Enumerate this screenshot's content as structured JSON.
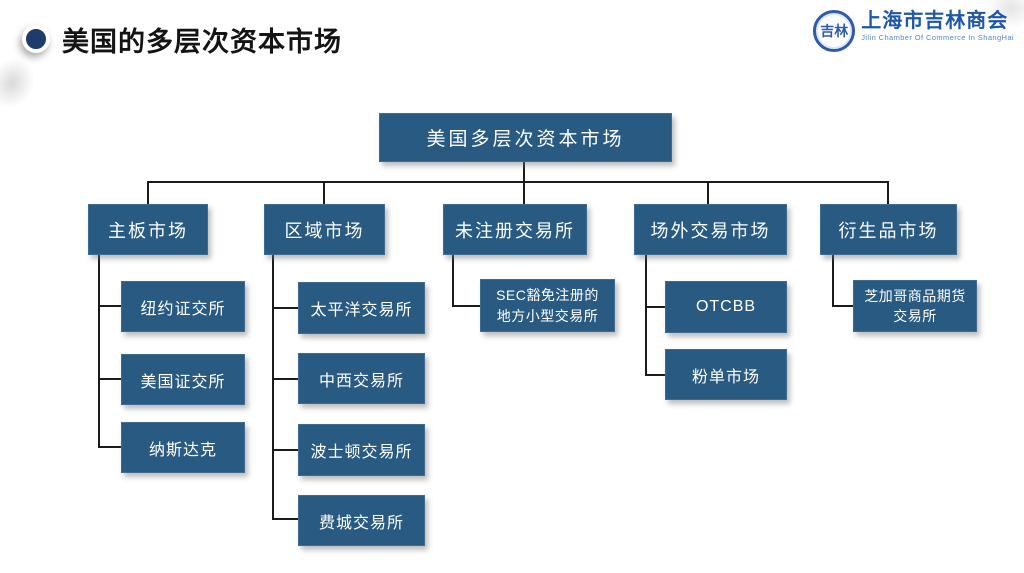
{
  "slide": {
    "title": "美国的多层次资本市场",
    "logo": {
      "emblem_text": "吉林",
      "name_cn": "上海市吉林商会",
      "name_en": "Jilin Chamber Of Commerce In ShangHai"
    },
    "colors": {
      "box_fill": "#295a82",
      "connector_line": "#1b1b1b",
      "bullet_navy": "#1e3c6b",
      "logo_blue": "#1e56a8",
      "title_text": "#141414"
    }
  },
  "tree": {
    "root": {
      "label": "美国多层次资本市场"
    },
    "branches": [
      {
        "label": "主板市场",
        "children": [
          "纽约证交所",
          "美国证交所",
          "纳斯达克"
        ]
      },
      {
        "label": "区域市场",
        "children": [
          "太平洋交易所",
          "中西交易所",
          "波士顿交易所",
          "费城交易所"
        ]
      },
      {
        "label": "未注册交易所",
        "children": [
          "SEC豁免注册的地方小型交易所"
        ]
      },
      {
        "label": "场外交易市场",
        "children": [
          "OTCBB",
          "粉单市场"
        ]
      },
      {
        "label": "衍生品市场",
        "children": [
          "芝加哥商品期货交易所"
        ]
      }
    ]
  }
}
